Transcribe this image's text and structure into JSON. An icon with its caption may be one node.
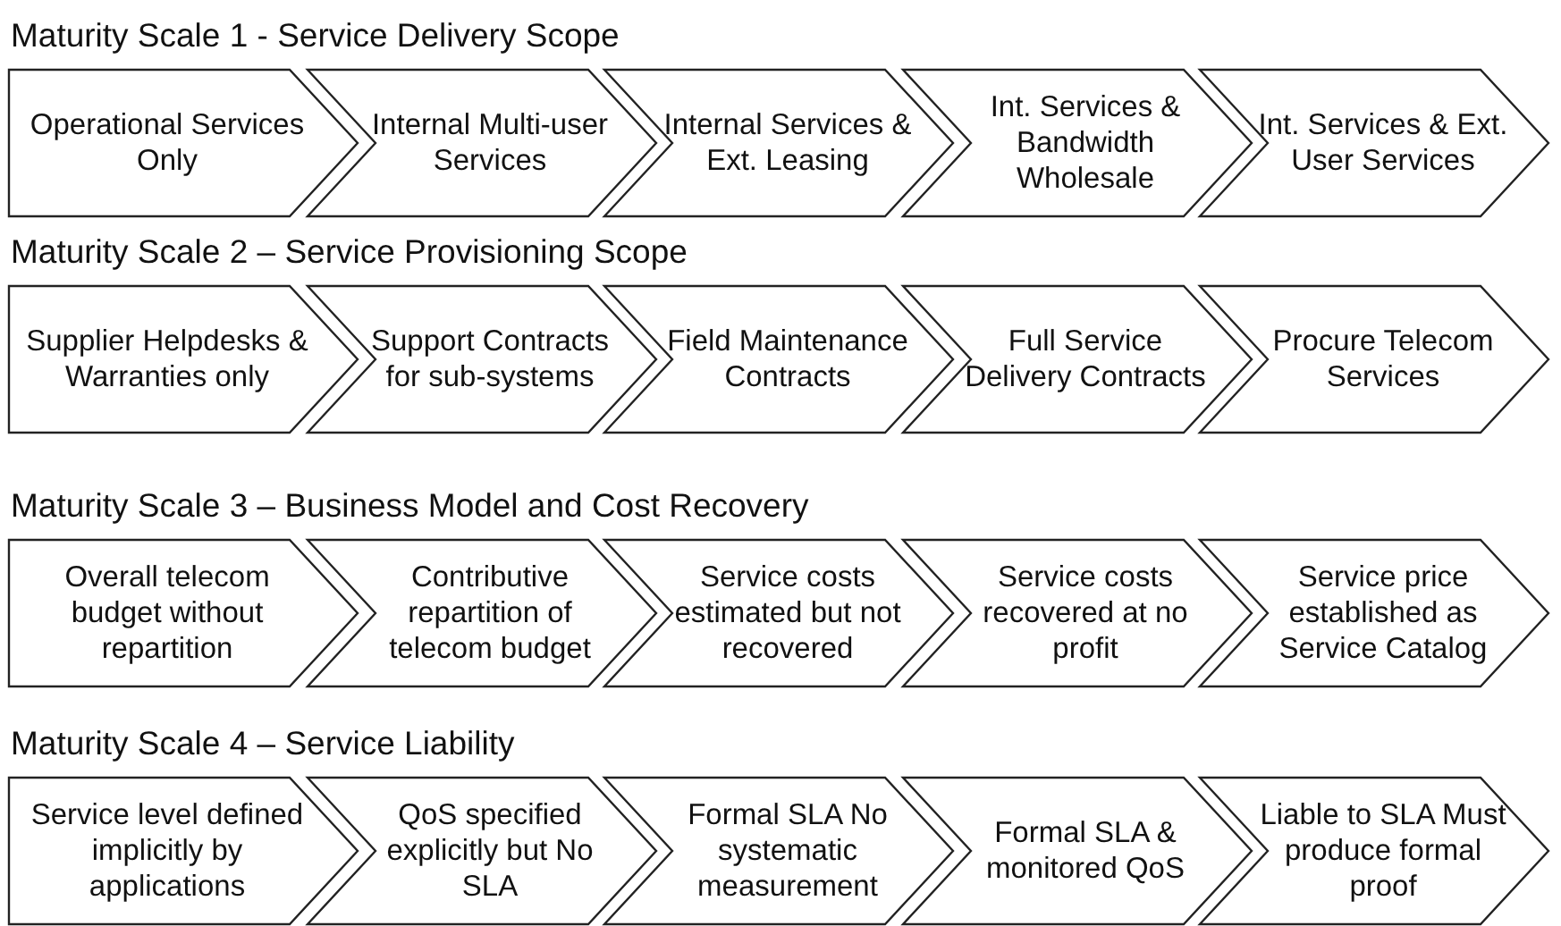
{
  "diagram": {
    "nodes": [
      {
        "text": [
          "Operational Services Only"
        ]
      },
      {
        "text": [
          "Internal Multi-user Services"
        ]
      },
      {
        "text": [
          "Internal Services & Ext. Leasing"
        ]
      },
      {
        "text": [
          "Int. Services & Bandwidth Wholesale"
        ]
      },
      {
        "text": [
          "Int. Services & Ext. User Services"
        ]
      },
      {
        "text": [
          "Supplier Helpdesks & Warranties only"
        ]
      },
      {
        "text": [
          "Support Contracts for sub-systems"
        ]
      },
      {
        "text": [
          "Field Maintenance Contracts"
        ]
      },
      {
        "text": [
          "Full Service Delivery Contracts"
        ]
      },
      {
        "text": [
          "Procure Telecom Services"
        ]
      },
      {
        "text": [
          "Overall telecom budget without repartition"
        ]
      },
      {
        "text": [
          "Contributive repartition of telecom budget"
        ]
      },
      {
        "text": [
          "Service costs estimated but not recovered"
        ]
      },
      {
        "text": [
          "Service costs recovered at no profit"
        ]
      },
      {
        "text": [
          "Service price established as Service Catalog"
        ]
      },
      {
        "text": [
          "Service level defined implicitly by applications"
        ]
      },
      {
        "text": [
          "QoS specified explicitly but No SLA"
        ]
      },
      {
        "text": [
          "Formal SLA No systematic measurement"
        ]
      },
      {
        "text": [
          "Formal SLA & monitored QoS"
        ]
      },
      {
        "text": [
          "Liable to SLA Must produce formal proof"
        ]
      }
    ],
    "labels": [
      "Maturity Scale 1 - Service Delivery Scope",
      "Maturity Scale 2 – Service Provisioning Scope",
      "Maturity Scale 3 – Business Model and Cost Recovery",
      "Maturity Scale 4 – Service Liability"
    ]
  }
}
